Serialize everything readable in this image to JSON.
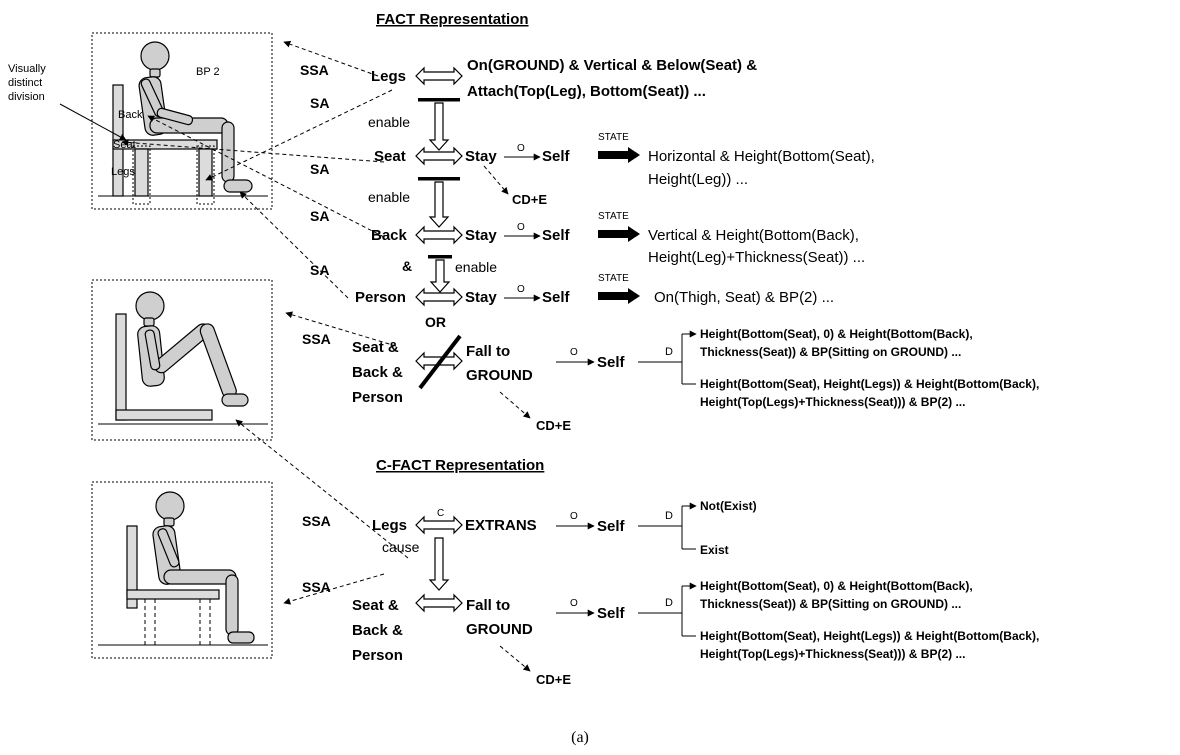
{
  "fact": {
    "title": "FACT Representation",
    "labels": {
      "bp2": "BP 2",
      "visually": "Visually",
      "distinct": "distinct",
      "division": "division",
      "back": "Back",
      "seat": "Seat",
      "legs": "Legs"
    },
    "links": {
      "ssa1": "SSA",
      "sa1": "SA",
      "sa2": "SA",
      "sa3": "SA",
      "sa4": "SA",
      "ssa2": "SSA",
      "enable1": "enable",
      "enable2": "enable",
      "enable3": "enable",
      "amp": "&",
      "or": "OR"
    },
    "rows": {
      "legs": {
        "entity": "Legs",
        "text1": "On(GROUND) & Vertical & Below(Seat) &",
        "text2": "Attach(Top(Leg), Bottom(Seat)) ..."
      },
      "seat": {
        "entity": "Seat",
        "op": "Stay",
        "o": "O",
        "self": "Self",
        "state": "STATE",
        "text1": "Horizontal & Height(Bottom(Seat),",
        "text2": "Height(Leg)) ...",
        "cde": "CD+E"
      },
      "back": {
        "entity": "Back",
        "op": "Stay",
        "o": "O",
        "self": "Self",
        "state": "STATE",
        "text1": "Vertical & Height(Bottom(Back),",
        "text2": "Height(Leg)+Thickness(Seat)) ..."
      },
      "person": {
        "entity": "Person",
        "op": "Stay",
        "o": "O",
        "self": "Self",
        "state": "STATE",
        "text1": "On(Thigh, Seat) & BP(2) ..."
      },
      "fall": {
        "entity1": "Seat &",
        "entity2": "Back &",
        "entity3": "Person",
        "op1": "Fall to",
        "op2": "GROUND",
        "o": "O",
        "self": "Self",
        "d": "D",
        "r1a": "Height(Bottom(Seat), 0) & Height(Bottom(Back),",
        "r1b": "Thickness(Seat)) & BP(Sitting on GROUND) ...",
        "r2a": "Height(Bottom(Seat), Height(Legs)) & Height(Bottom(Back),",
        "r2b": "Height(Top(Legs)+Thickness(Seat))) & BP(2)  ...",
        "cde": "CD+E"
      }
    }
  },
  "cfact": {
    "title": "C-FACT Representation",
    "links": {
      "ssa1": "SSA",
      "ssa2": "SSA",
      "cause": "cause",
      "c": "C"
    },
    "legs": {
      "entity": "Legs",
      "op": "EXTRANS",
      "o": "O",
      "self": "Self",
      "d": "D",
      "r1": "Not(Exist)",
      "r2": "Exist"
    },
    "fall": {
      "entity1": "Seat &",
      "entity2": "Back &",
      "entity3": "Person",
      "op1": "Fall to",
      "op2": "GROUND",
      "o": "O",
      "self": "Self",
      "d": "D",
      "r1a": "Height(Bottom(Seat), 0) & Height(Bottom(Back),",
      "r1b": "Thickness(Seat)) & BP(Sitting on GROUND) ...",
      "r2a": "Height(Bottom(Seat), Height(Legs)) & Height(Bottom(Back),",
      "r2b": "Height(Top(Legs)+Thickness(Seat))) & BP(2)  ...",
      "cde": "CD+E"
    }
  },
  "caption": "(a)"
}
